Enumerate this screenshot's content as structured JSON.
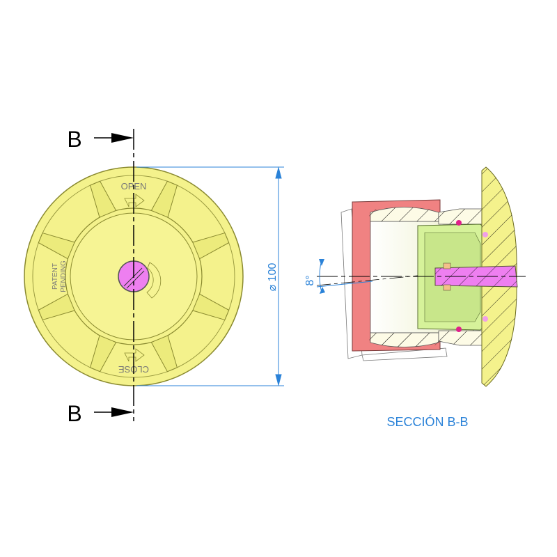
{
  "section_marks": {
    "top": "B",
    "bottom": "B"
  },
  "front_view": {
    "open_label": "OPEN",
    "close_label": "CLOSE",
    "patent_line1": "PATENT",
    "patent_line2": "PENDING"
  },
  "dimension": {
    "diameter_label": "⌀ 100"
  },
  "angle_label": "8°",
  "section_title": "SECCIÓN B-B",
  "colors": {
    "body": "#f4f28c",
    "screw": "#ee7ff0",
    "ring": "#f08282",
    "green": "#d6f29a",
    "blue": "#9cc8f0",
    "dim": "#2a82d8"
  }
}
